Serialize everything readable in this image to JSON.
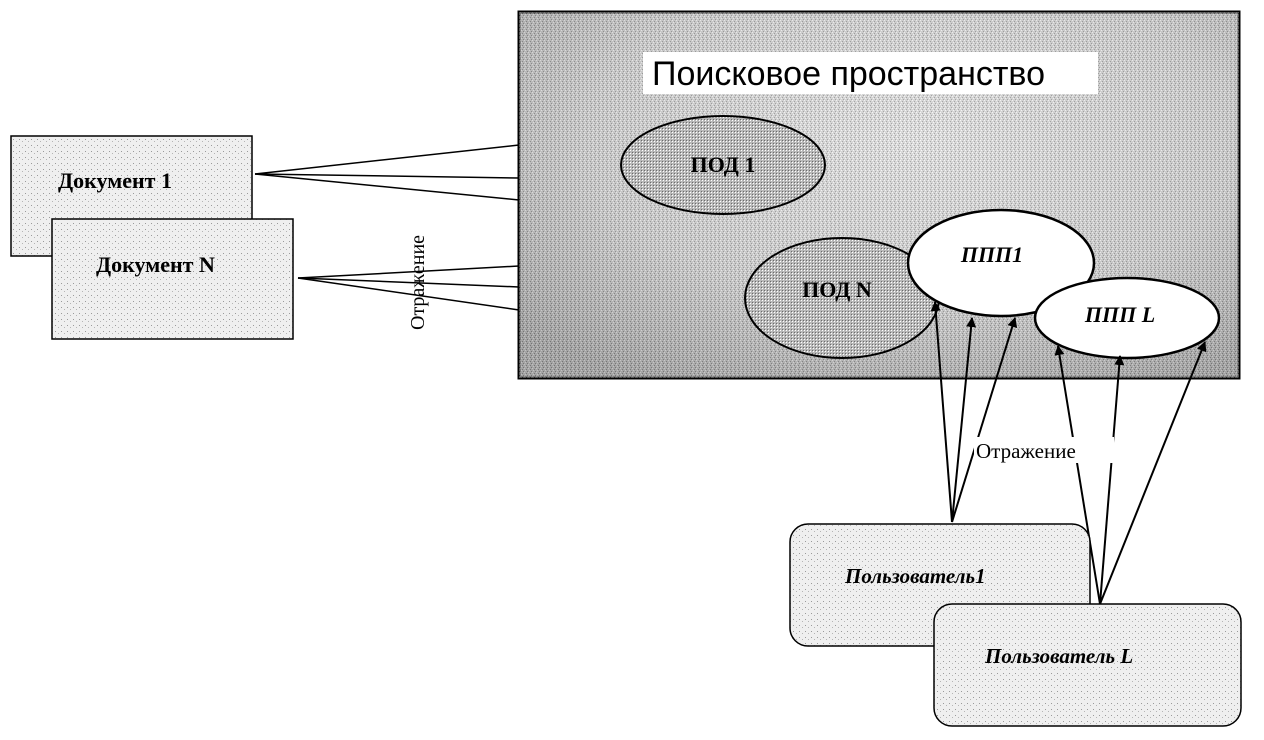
{
  "search_space": {
    "title": "Поисковое пространство"
  },
  "documents": [
    {
      "label": "Документ 1"
    },
    {
      "label": "Документ N"
    }
  ],
  "pod_nodes": [
    {
      "label": "ПОД 1"
    },
    {
      "label": "ПОД N"
    }
  ],
  "ppp_nodes": [
    {
      "label": "ППП1"
    },
    {
      "label": "ППП L"
    }
  ],
  "users": [
    {
      "label": "Пользователь1"
    },
    {
      "label": "Пользователь L"
    }
  ],
  "reflection_labels": {
    "documents": "Отражение",
    "users": "Отражение"
  }
}
